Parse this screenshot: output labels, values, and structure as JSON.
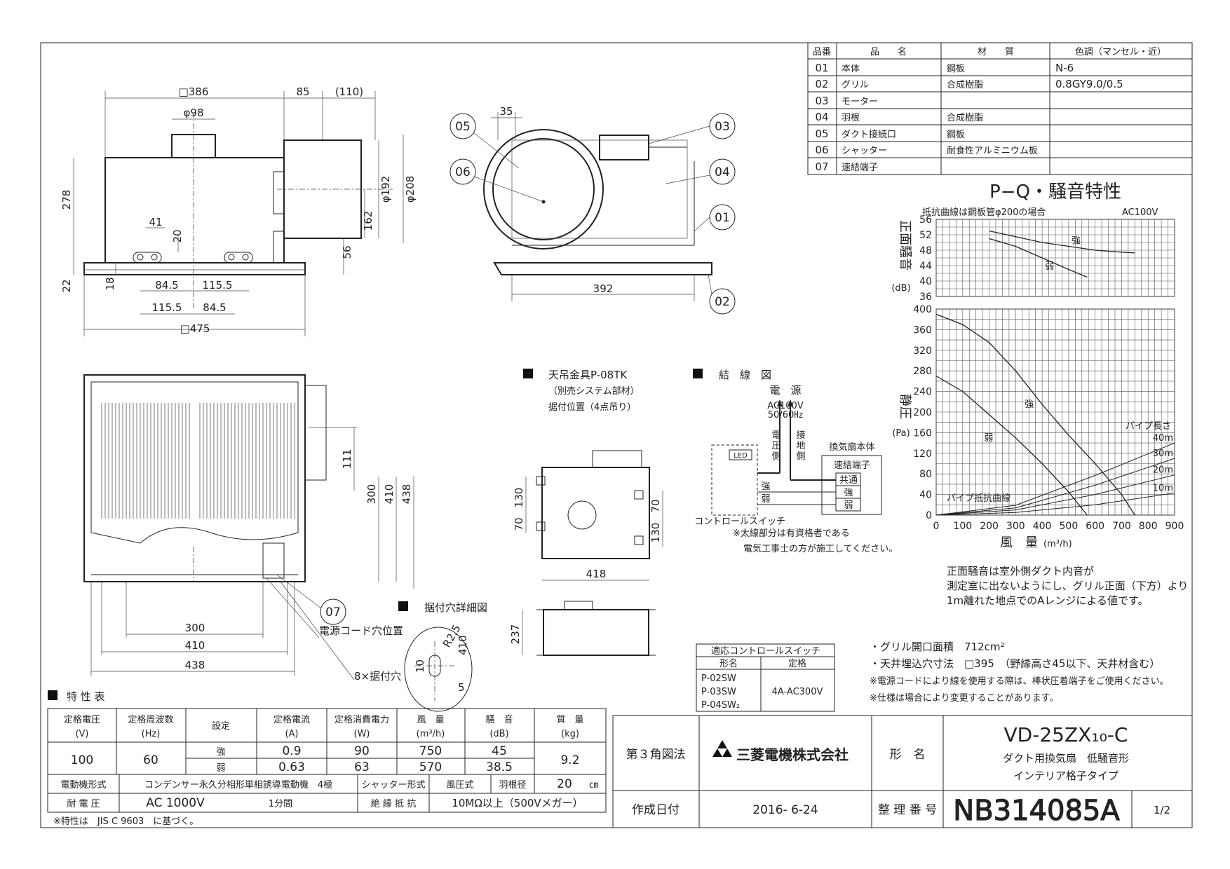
{
  "parts_table": {
    "headers": [
      "品番",
      "品　　名",
      "材　　質",
      "色調（マンセル・近）"
    ],
    "rows": [
      [
        "01",
        "本体",
        "鋼板",
        "N-6"
      ],
      [
        "02",
        "グリル",
        "合成樹脂",
        "0.8GY9.0/0.5"
      ],
      [
        "03",
        "モーター",
        "",
        ""
      ],
      [
        "04",
        "羽根",
        "合成樹脂",
        ""
      ],
      [
        "05",
        "ダクト接続口",
        "鋼板",
        ""
      ],
      [
        "06",
        "シャッター",
        "耐食性アルミニウム板",
        ""
      ],
      [
        "07",
        "速結端子",
        "",
        ""
      ]
    ]
  },
  "views": {
    "front_dims": {
      "d386": "□386",
      "d85": "85",
      "d110": "(110)",
      "d98": "φ98",
      "d278": "278",
      "d22": "22",
      "d18": "18",
      "d41": "41",
      "d20": "20",
      "d192": "φ192",
      "d208": "φ208",
      "d162": "162",
      "d56": "56",
      "d845a": "84.5",
      "d1155a": "115.5",
      "d1155b": "115.5",
      "d845b": "84.5",
      "d475": "□475"
    },
    "side_dims": {
      "d35": "35",
      "d392": "392"
    },
    "bottom_dims": {
      "d111": "111",
      "d300v": "300",
      "d410v": "410",
      "d438v": "438",
      "d300h": "300",
      "d410h": "410",
      "d438h": "438",
      "power_cord_hole": "電源コード穴位置",
      "mount_holes": "8×据付穴"
    },
    "callouts": [
      "05",
      "06",
      "03",
      "04",
      "01",
      "02",
      "07"
    ]
  },
  "hanger": {
    "title": "天吊金具P-08TK",
    "sub1": "（別売システム部材）",
    "sub2": "据付位置（4点吊り）",
    "d130a": "130",
    "d70a": "70",
    "d130b": "130",
    "d70b": "70",
    "d418": "418",
    "d237": "237"
  },
  "wiring": {
    "title": "結　線　図",
    "power": "電　源",
    "ac": "AC100V",
    "hz": "50/60㎐",
    "live_side": [
      "電",
      "圧",
      "側"
    ],
    "ground_side": [
      "接",
      "地",
      "側"
    ],
    "fan_body": "換気扇本体",
    "terminal": "速結端子",
    "common": "共通",
    "strong": "強",
    "weak": "弱",
    "led": "LED",
    "switch_label": "コントロールスイッチ",
    "note1": "※太線部分は有資格者である",
    "note2": "電気工事士の方が施工してください。"
  },
  "hole_detail": {
    "title": "据付穴詳細図",
    "r": "R2.5",
    "d410": "410",
    "d5": "5",
    "d10": "10"
  },
  "switch_table": {
    "title": "適応コントロールスイッチ",
    "col1": "形名",
    "col2": "定格",
    "models": [
      "P-02SW",
      "P-03SW",
      "P-04SW₂"
    ],
    "rating": "4A-AC300V"
  },
  "chart_data": [
    {
      "type": "line",
      "title": "P−Q・騒音特性",
      "note": "抵抗曲線は鋼板管φ200の場合",
      "supply": "AC100V",
      "ylabel": "正面騒音",
      "yunit": "(dB)",
      "ylim": [
        36,
        56
      ],
      "yticks": [
        36,
        40,
        44,
        48,
        52,
        56
      ],
      "xlim": [
        0,
        900
      ],
      "series": [
        {
          "name": "強",
          "x": [
            200,
            300,
            400,
            500,
            600,
            700,
            750
          ],
          "y": [
            53,
            51.5,
            50,
            49,
            48,
            47.5,
            47.3
          ]
        },
        {
          "name": "弱",
          "x": [
            200,
            300,
            400,
            500,
            570
          ],
          "y": [
            51,
            49,
            46,
            43,
            41
          ]
        }
      ]
    },
    {
      "type": "line",
      "ylabel": "静圧",
      "yunit": "(Pa)",
      "xlabel": "風　量",
      "xunit": "(m³/h)",
      "xlim": [
        0,
        900
      ],
      "ylim": [
        0,
        400
      ],
      "xticks": [
        0,
        100,
        200,
        300,
        400,
        500,
        600,
        700,
        800,
        900
      ],
      "yticks": [
        0,
        40,
        80,
        120,
        160,
        200,
        240,
        280,
        320,
        360,
        400
      ],
      "grid": true,
      "series": [
        {
          "name": "強",
          "x": [
            0,
            100,
            200,
            300,
            400,
            500,
            600,
            700,
            750
          ],
          "y": [
            390,
            370,
            335,
            280,
            215,
            155,
            100,
            40,
            0
          ]
        },
        {
          "name": "弱",
          "x": [
            0,
            100,
            200,
            300,
            400,
            500,
            570
          ],
          "y": [
            270,
            240,
            195,
            150,
            100,
            45,
            0
          ]
        },
        {
          "name": "10m",
          "x": [
            0,
            300,
            600,
            900
          ],
          "y": [
            0,
            5,
            20,
            43
          ]
        },
        {
          "name": "20m",
          "x": [
            0,
            300,
            600,
            900
          ],
          "y": [
            0,
            10,
            40,
            78
          ]
        },
        {
          "name": "30m",
          "x": [
            0,
            300,
            600,
            900
          ],
          "y": [
            0,
            14,
            58,
            110
          ]
        },
        {
          "name": "40m",
          "x": [
            0,
            300,
            600,
            900
          ],
          "y": [
            0,
            19,
            77,
            140
          ]
        }
      ],
      "annotations": [
        "パイプ長さ",
        "パイプ抵抗曲線"
      ]
    }
  ],
  "chart_notes": [
    "正面騒音は室外側ダクト内音が",
    "測定室に出ないようにし、グリル正面（下方）より",
    "1m離れた地点でのAレンジによる値です。"
  ],
  "spec_notes": [
    "・グリル開口面積　712cm²",
    "・天井埋込穴寸法　□395　（野縁高さ45以下、天井材含む）",
    "※電源コードにより線を使用する際は、棒状圧着端子をご使用ください。",
    "※仕様は場合により変更することがあります。"
  ],
  "spec_table": {
    "title": "特 性 表",
    "headers": [
      "定格電圧\n(V)",
      "定格周波数\n(Hz)",
      "設定",
      "定格電流\n(A)",
      "定格消費電力\n(W)",
      "風　量\n(m³/h)",
      "騒　音\n(dB)",
      "質　量\n(kg)"
    ],
    "voltage": "100",
    "frequency": "60",
    "rows": [
      {
        "setting": "強",
        "current": "0.9",
        "power": "90",
        "airflow": "750",
        "noise": "45"
      },
      {
        "setting": "弱",
        "current": "0.63",
        "power": "63",
        "airflow": "570",
        "noise": "38.5"
      }
    ],
    "mass": "9.2",
    "motor_label": "電動機形式",
    "motor_value": "コンデンサー永久分相形単相誘導電動機　4極",
    "shutter_label": "シャッター形式",
    "shutter_value": "風圧式",
    "blade_label": "羽根径",
    "blade_value": "20",
    "blade_unit": "㎝",
    "withstand_label": "耐 電 圧",
    "withstand_value": "AC 1000V",
    "withstand_time": "1分間",
    "insulation_label": "絶 縁 抵 抗",
    "insulation_value": "10MΩ以上（500Vメガー）",
    "footnote": "※特性は　JIS C 9603　に基づく。"
  },
  "title_block": {
    "projection": "第３角図法",
    "company": "三菱電機株式会社",
    "model_label": "形　名",
    "model": "VD-25ZX₁₀-C",
    "desc1": "ダクト用換気扇　低騒音形",
    "desc2": "インテリア格子タイプ",
    "date_label": "作成日付",
    "date": "2016- 6-24",
    "number_label": "整 理 番 号",
    "number": "NB314085A",
    "page": "1/2"
  }
}
